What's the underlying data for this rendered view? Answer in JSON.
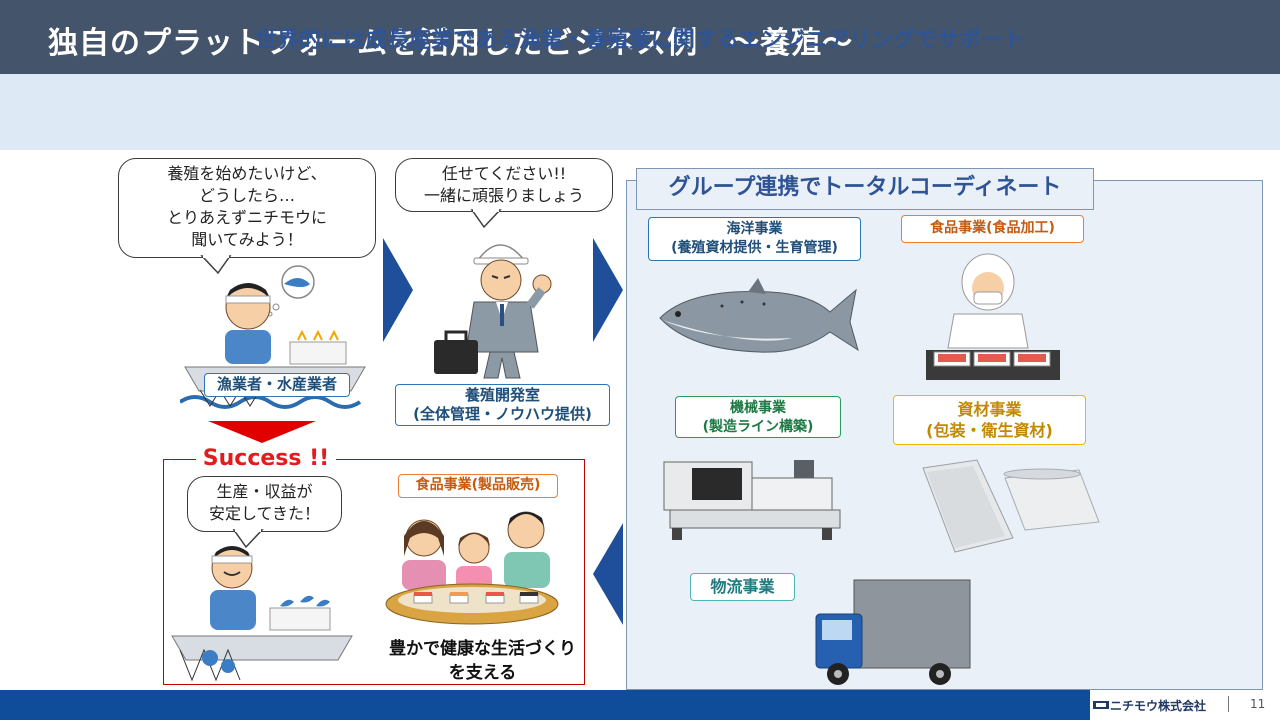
{
  "header": {
    "title": "独自のプラットフォームを活用したビジネス例　～養殖～",
    "subtitle": "世界的には成長産業である漁業・養殖業に関するエンジニアリングでサポート"
  },
  "left": {
    "bubble_lines": [
      "養殖を始めたいけど、",
      "どうしたら…",
      "とりあえずニチモウに",
      "聞いてみよう！"
    ],
    "fisher_label": "漁業者・水産業者"
  },
  "middle": {
    "bubble_lines": [
      "任せてください!!",
      "一緒に頑張りましょう"
    ],
    "dev_label_lines": [
      "養殖開発室",
      "(全体管理・ノウハウ提供)"
    ]
  },
  "success": {
    "label": "Success !!",
    "bubble_lines": [
      "生産・収益が",
      "安定してきた！"
    ],
    "food_sales_label": "食品事業(製品販売)",
    "caption_lines": [
      "豊かで健康な生活づくり",
      "を支える"
    ]
  },
  "group": {
    "title": "グループ連携でトータルコーディネート",
    "marine_lines": [
      "海洋事業",
      "(養殖資材提供・生育管理)"
    ],
    "food_processing": "食品事業(食品加工)",
    "machinery_lines": [
      "機械事業",
      "(製造ライン構築)"
    ],
    "materials_lines": [
      "資材事業",
      "(包装・衛生資材)"
    ],
    "logistics": "物流事業"
  },
  "footer": {
    "company": "ニチモウ株式会社",
    "page": "11"
  },
  "colors": {
    "title_bg": "#44546a",
    "subtitle_bg": "#dde9f4",
    "accent_blue": "#2f5496",
    "arrow_blue": "#1f4e9a",
    "success_red": "#e31b1b",
    "footer_blue": "#0f4d9a"
  }
}
